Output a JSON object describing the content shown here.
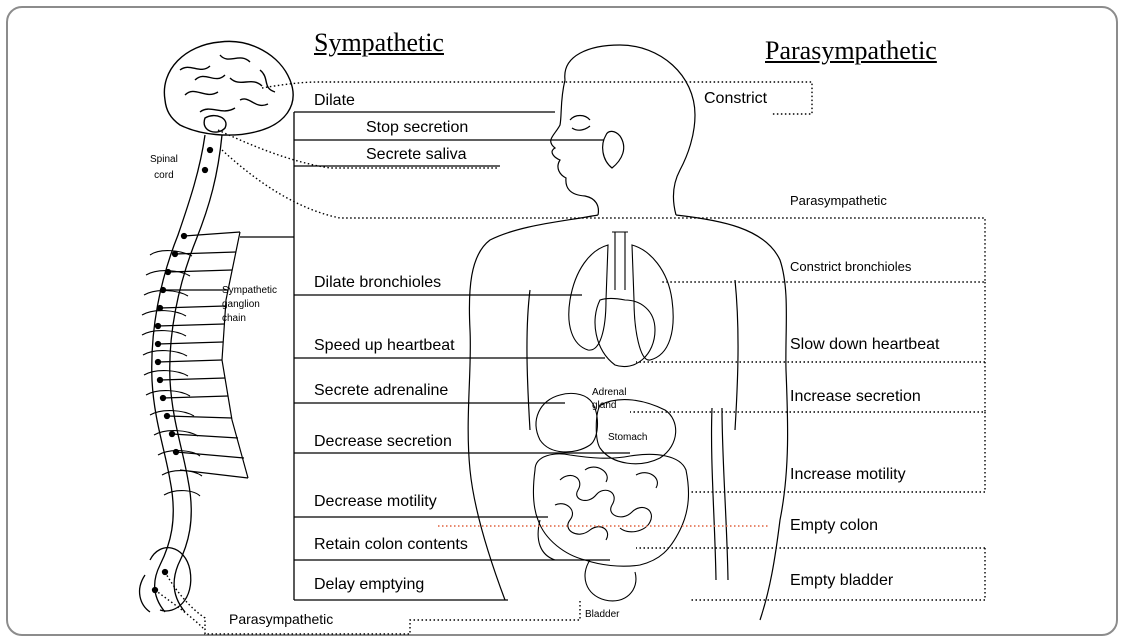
{
  "headings": {
    "sympathetic": "Sympathetic",
    "parasympathetic": "Parasympathetic"
  },
  "anatomy": {
    "spinal_cord": "Spinal\ncord",
    "ganglion_chain": "Sympathetic\nganglion\nchain",
    "adrenal_gland": "Adrenal\ngland",
    "stomach": "Stomach",
    "bladder": "Bladder"
  },
  "sympathetic_effects": [
    "Dilate",
    "Stop secretion",
    "Secrete saliva",
    "Dilate bronchioles",
    "Speed up heartbeat",
    "Secrete adrenaline",
    "Decrease secretion",
    "Decrease motility",
    "Retain colon contents",
    "Delay emptying"
  ],
  "parasympathetic_effects": [
    "Constrict",
    "Parasympathetic",
    "Constrict bronchioles",
    "Slow down heartbeat",
    "Increase secretion",
    "Increase motility",
    "Empty colon",
    "Empty bladder"
  ],
  "sacral_label": "Parasympathetic",
  "colors": {
    "frame": "#8c8c8c",
    "line": "#000000",
    "accent_line": "#e0603c"
  }
}
